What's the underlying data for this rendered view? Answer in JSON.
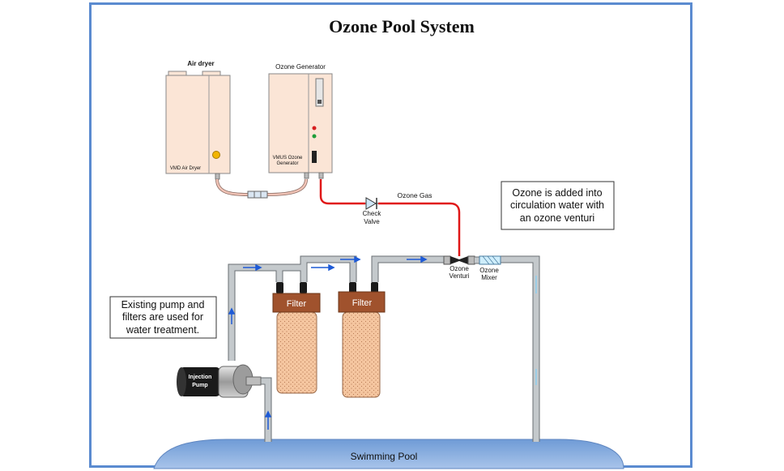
{
  "title": "Ozone Pool System",
  "components": {
    "air_dryer": {
      "label": "Air dryer",
      "inner_label": "VMD Air Dryer"
    },
    "ozone_generator": {
      "label": "Ozone Generator",
      "inner_line1": "VMUS Ozone",
      "inner_line2": "Generator"
    },
    "check_valve": {
      "line1": "Check",
      "line2": "Valve"
    },
    "ozone_gas": "Ozone Gas",
    "ozone_venturi": {
      "line1": "Ozone",
      "line2": "Venturi"
    },
    "ozone_mixer": {
      "line1": "Ozone",
      "line2": "Mixer"
    },
    "filter_1": "Filter",
    "filter_2": "Filter",
    "injection_pump": {
      "line1": "Injection",
      "line2": "Pump"
    },
    "swimming_pool": "Swimming Pool"
  },
  "notes": {
    "venturi_note": [
      "Ozone is added into",
      "circulation water with",
      "an ozone venturi"
    ],
    "pump_note": [
      "Existing pump and",
      "filters are used for",
      "water treatment."
    ]
  },
  "colors": {
    "frame": "#5b8bd0",
    "pipe": "#c4c9cc",
    "pipe_edge": "#6a6f73",
    "ozone_line": "#e01818",
    "air_tube": "#e8b0a0",
    "unit_fill": "#fbe5d6",
    "filter_head": "#a0522d",
    "filter_body": "#f5c6a0",
    "pool": "#7fa7d9",
    "flow_arrow": "#1e5bd6"
  }
}
